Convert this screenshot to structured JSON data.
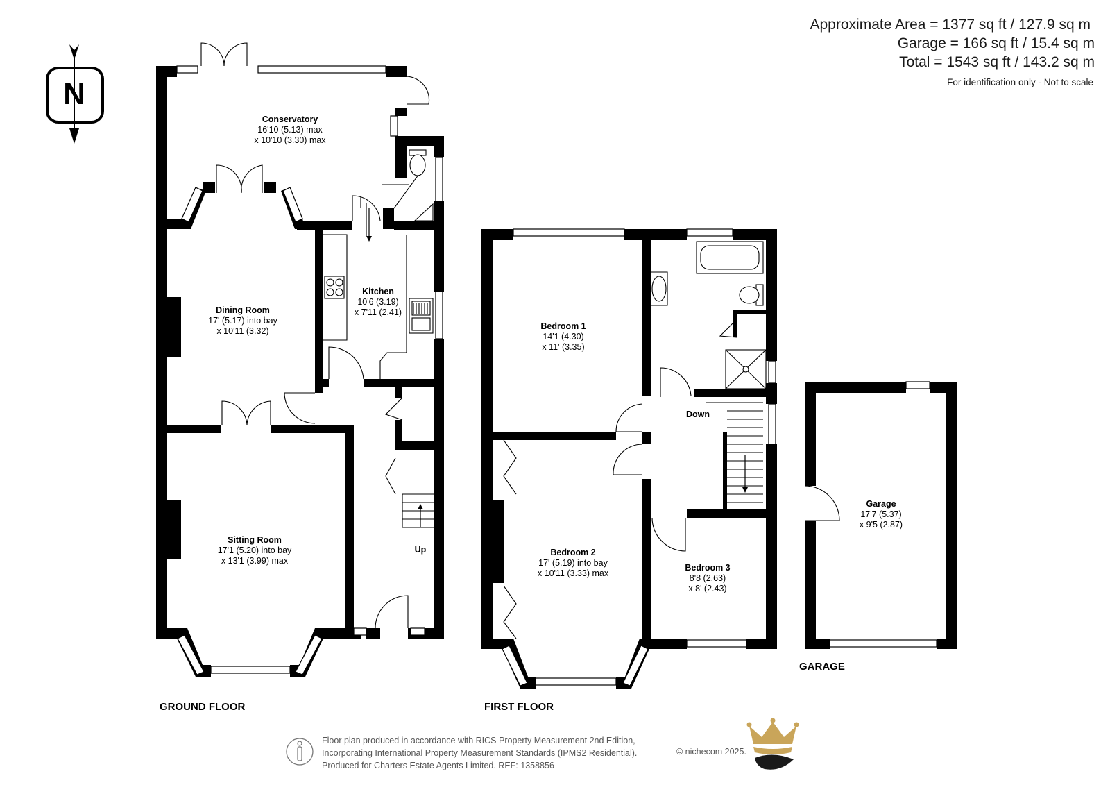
{
  "header": {
    "approx_area": "Approximate Area = 1377 sq ft / 127.9 sq m",
    "garage_area": "Garage = 166 sq ft / 15.4 sq m",
    "total_area": "Total = 1543 sq ft / 143.2 sq m",
    "note": "For identification only - Not to scale"
  },
  "compass": {
    "letter": "N",
    "icon": "north-arrow-icon"
  },
  "floors": {
    "ground": "GROUND FLOOR",
    "first": "FIRST FLOOR",
    "garage": "GARAGE"
  },
  "rooms": {
    "conservatory": {
      "name": "Conservatory",
      "dim1": "16'10 (5.13) max",
      "dim2": "x 10'10 (3.30) max"
    },
    "dining": {
      "name": "Dining Room",
      "dim1": "17' (5.17) into bay",
      "dim2": "x 10'11 (3.32)"
    },
    "kitchen": {
      "name": "Kitchen",
      "dim1": "10'6 (3.19)",
      "dim2": "x 7'11 (2.41)"
    },
    "sitting": {
      "name": "Sitting Room",
      "dim1": "17'1 (5.20) into bay",
      "dim2": "x 13'1 (3.99) max"
    },
    "bedroom1": {
      "name": "Bedroom 1",
      "dim1": "14'1 (4.30)",
      "dim2": "x 11' (3.35)"
    },
    "bedroom2": {
      "name": "Bedroom 2",
      "dim1": "17' (5.19) into bay",
      "dim2": "x 10'11 (3.33) max"
    },
    "bedroom3": {
      "name": "Bedroom 3",
      "dim1": "8'8 (2.63)",
      "dim2": "x 8' (2.43)"
    },
    "garage": {
      "name": "Garage",
      "dim1": "17'7 (5.37)",
      "dim2": "x 9'5 (2.87)"
    }
  },
  "stairs": {
    "up": "Up",
    "down": "Down"
  },
  "footer": {
    "line1": "Floor plan produced in accordance with RICS Property Measurement 2nd Edition,",
    "line2": "Incorporating International Property Measurement Standards (IPMS2 Residential).",
    "line3": "Produced for Charters Estate Agents Limited.   REF: 1358856",
    "credit": "© nichecom 2025.",
    "logo_icon": "crown-logo-icon",
    "person_icon": "person-scale-icon"
  },
  "colors": {
    "wall": "#000000",
    "crown_gold": "#c9a55a",
    "crown_dark": "#1a1a1a"
  }
}
